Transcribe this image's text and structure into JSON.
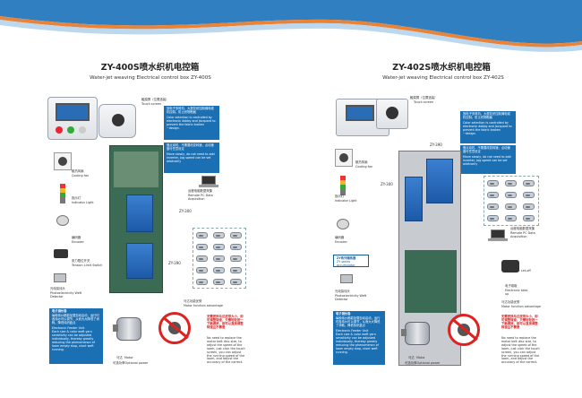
{
  "left": {
    "title": "ZY-400S喷水织机电控箱",
    "subtitle": "Water-jet weaving Electrical control box ZY-400S",
    "touch_screen_cn": "触摸屏（位置选装）",
    "touch_screen_en": "Touch screen",
    "info1_cn": "放电子多臂机、大提花织控制绳电磁机控制。防止织物断痕",
    "info1_en": "Color selection is controlled by electronic dobby and Jacquard to prevent the fabric broken ~design.",
    "info2_cn": "慢点动时、不需要改变转速，点动速度可任意设定",
    "info2_en": "Move slowly, do not need to add inverter, Jog speed can be set arbitrarily",
    "cooling_fan_cn": "散热风扇",
    "cooling_fan_en": "Cooling fan",
    "indicator_cn": "指示灯",
    "indicator_en": "Indicator Light",
    "encoder_cn": "编码器",
    "encoder_en": "Encoder",
    "tension_cn": "张力限位开关",
    "tension_en": "Tension Limit Switch",
    "photo_cn": "光电探纬头",
    "photo_en": "Photoelectricity Weft Detector",
    "zy300": "ZY-300",
    "zy390": "ZY-390",
    "remote_cn": "远程电脑数据采集",
    "remote_en": "Remote PC Data Acquisition",
    "feeder_cn": "电子测长卷",
    "feeder_body_cn": "每种纬纱都能加载自动启动，运行时各纬纱可以调节，从而大大降低了消耗，降低纬织疵点",
    "feeder_en_title": "Electronic Feeder Unit",
    "feeder_en": "Each size & color weft yarn sensitivity can be adjusted individually, thereby greatly reducing the phenomenon of loom empty stop, short weft running.",
    "motor_adv_cn": "马达功能优势",
    "motor_adv_en": "Motor function advantage",
    "motor_cn_body": "无需更换马达皮带大小，即可调整转速，只需轻轻按一下触摸屏，即可以直接调整转速且不需要",
    "motor_en_body": "No need to replace the motor belt disc size, to adjust the speed of the loom, just click the touch screen, you can adjust the running speed of the loom, and adjust the accuracy of the correct.",
    "motor_cn": "马达",
    "motor_en": "Motor",
    "optional_cn": "可选功率Optional power"
  },
  "right": {
    "title": "ZY-402S喷水织机电控箱",
    "subtitle": "Water-jet weaving Electrical control box ZY-402S",
    "touch_screen_cn": "触摸屏（位置选装）",
    "touch_screen_en": "Touch screen",
    "info1_cn": "放电子多臂机、大提花织控制绳电磁机控制。防止织物断痕",
    "info1_en": "Color selection is controlled by electronic dobby and Jacquard to prevent the fabric broken ~design.",
    "info2_cn": "慢点动时、不需要改变转速，点动速度可任意设定",
    "info2_en": "Move slowly, do not need to add inverter, Jog speed can be set arbitrarily",
    "cooling_fan_cn": "散热风扇",
    "cooling_fan_en": "Cooling fan",
    "indicator_cn": "指示灯",
    "indicator_en": "Indicator Light",
    "encoder_cn": "编码器",
    "encoder_en": "Encoder",
    "zy390": "ZY-390",
    "zy300": "ZY-300",
    "zy_series_cn": "ZY系列储纬器",
    "zy_series_en": "ZY series accumulator",
    "remote_cn": "远程电脑数据采集",
    "remote_en": "Remote PC Data Acquisition",
    "let_off_cn": "电子送经",
    "let_off_en": "Electronic Let-off",
    "take_up_cn": "电子卷取",
    "take_up_en": "Electronic take-up",
    "photo_cn": "光电探纬头",
    "photo_en": "Photoelectricity Weft Detector",
    "feeder_cn": "电子测长卷",
    "feeder_body_cn": "每种纬纱都能加载自动启动，运行时各纬纱可以调节，从而大大降低了消耗，降低纬织疵点",
    "feeder_en_title": "Electronic Feeder Unit",
    "feeder_en": "Each size & color weft yarn sensitivity can be adjusted individually, thereby greatly reducing the phenomenon of loom empty stop, short weft running.",
    "motor_adv_cn": "马达功能优势",
    "motor_adv_en": "Motor function advantage",
    "motor_cn_body": "无需更换马达皮带大小，即可调整转速，只需轻轻按一下触摸屏，即可以直接调整转速且不需要",
    "motor_en_body": "No need to replace the motor belt disc size, to adjust the speed of the loom, just click the touch screen, you can adjust the running speed of the loom, and adjust the accuracy of the correct.",
    "motor_cn": "马达",
    "motor_en": "Motor",
    "optional_cn": "可选功率Optional power"
  },
  "colors": {
    "accent_blue": "#1b6fb3",
    "wave_orange": "#e8833a",
    "wave_blue": "#7fb3dc"
  }
}
